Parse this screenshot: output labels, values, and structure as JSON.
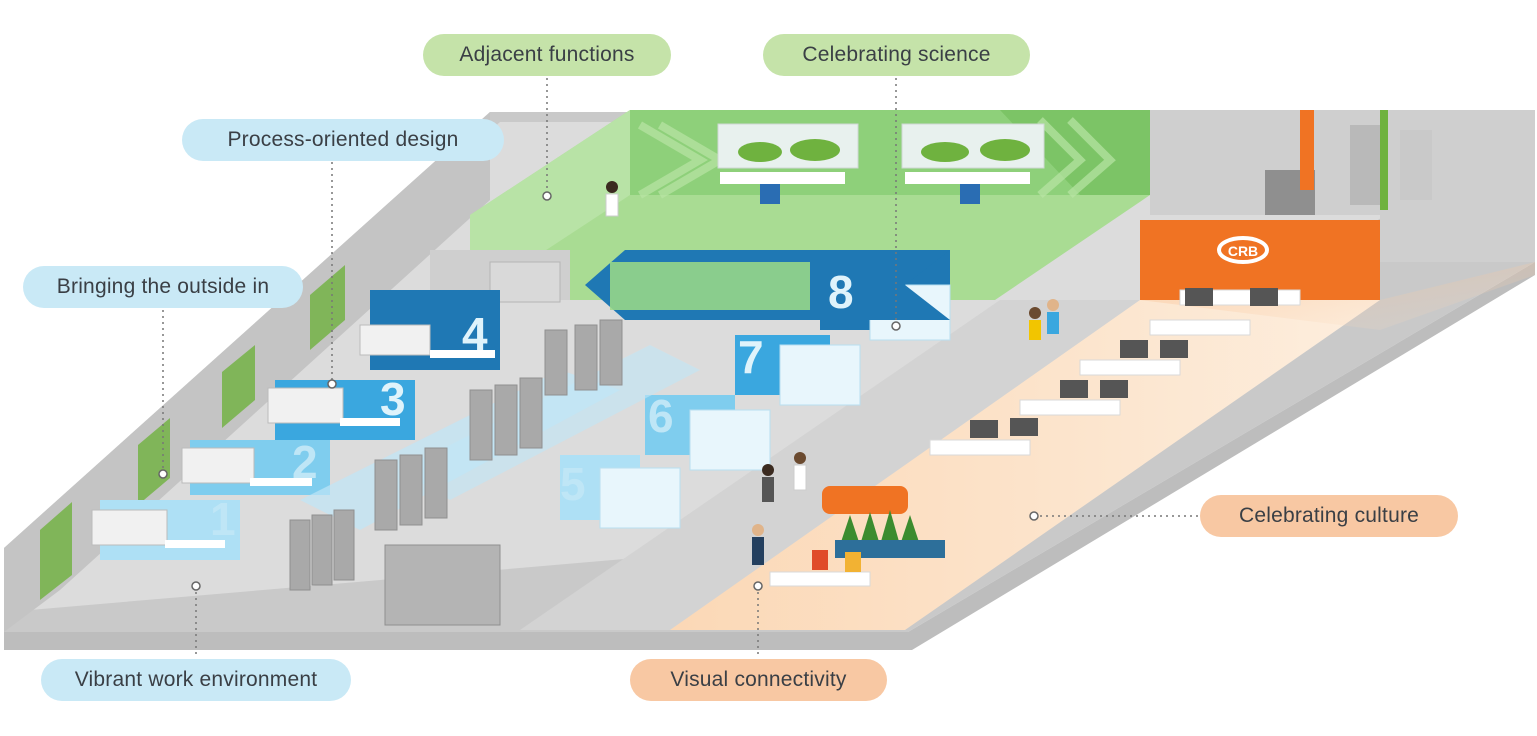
{
  "callouts": {
    "adjacent_functions": "Adjacent functions",
    "celebrating_science": "Celebrating science",
    "process_oriented_design": "Process-oriented design",
    "bringing_outside_in": "Bringing the outside in",
    "vibrant_work_environment": "Vibrant work environment",
    "visual_connectivity": "Visual connectivity",
    "celebrating_culture": "Celebrating culture"
  },
  "process_steps": [
    "1",
    "2",
    "3",
    "4",
    "5",
    "6",
    "7",
    "8"
  ],
  "logo_text": "CRB",
  "colors": {
    "blue_callout": "#c9e9f6",
    "green_callout": "#c5e3a9",
    "orange_callout": "#f8c8a3",
    "lab_blue": "#1f78b4",
    "lab_light_blue": "#5bc1ea",
    "green_zone": "#8ed07a",
    "orange_zone": "#f07323",
    "floor_grey": "#d4d4d4"
  }
}
